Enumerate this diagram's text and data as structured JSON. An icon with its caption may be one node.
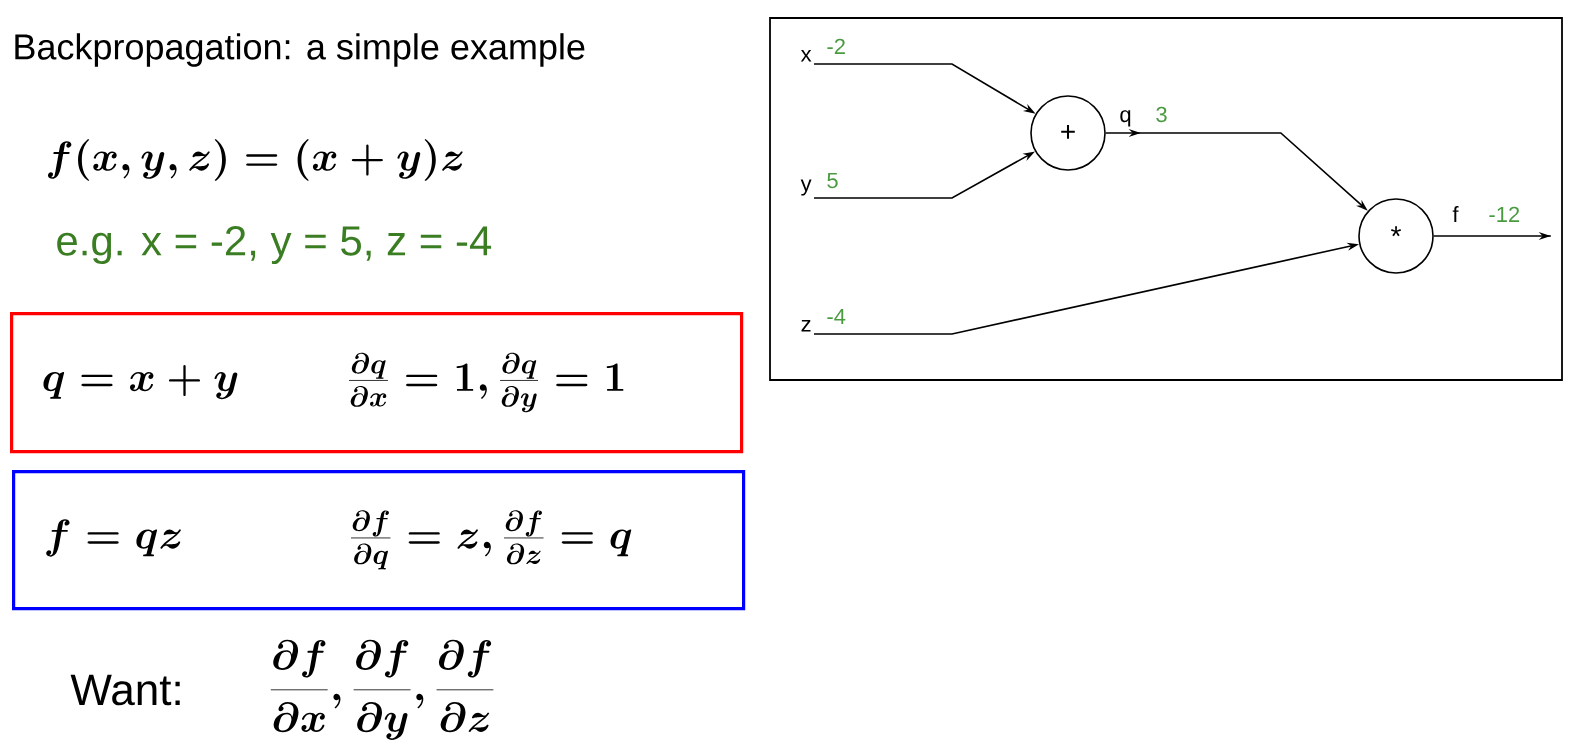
{
  "diagram": {
    "title": "Backpropagation: a simple example",
    "nodes": [
      {
        "text": [
          "q = x + y",
          "\\frac{\\partial q}{\\partial x} = 1, \\frac{\\partial q}{\\partial y} = 1"
        ]
      },
      {
        "text": [
          "f = qz",
          "\\frac{\\partial f}{\\partial q} = z, \\frac{\\partial f}{\\partial z} = q"
        ]
      },
      {
        "text": [
          "x"
        ],
        "beside": [
          "-2"
        ]
      },
      {
        "text": [
          "y"
        ],
        "beside": [
          "5"
        ]
      },
      {
        "text": [
          "z"
        ],
        "beside": [
          "-4"
        ]
      },
      {
        "text": [
          "+"
        ],
        "beside": [
          "q",
          "3"
        ]
      },
      {
        "text": [
          "*"
        ],
        "beside": [
          "f",
          "-12"
        ]
      }
    ],
    "edges": [
      {
        "from": 2,
        "to": 5,
        "arrow": "to"
      },
      {
        "from": 3,
        "to": 5,
        "arrow": "to"
      },
      {
        "from": 5,
        "to": 6,
        "arrow": "to"
      },
      {
        "from": 4,
        "to": 6,
        "arrow": "to"
      },
      {
        "from": 6,
        "to": null,
        "arrow": "to"
      }
    ],
    "labels": [
      "f(x, y, z) = (x + y)z",
      "e.g. x = -2, y = 5, z = -4",
      "Want:",
      "\\frac{\\partial f}{\\partial x}, \\frac{\\partial f}{\\partial y}, \\frac{\\partial f}{\\partial z}"
    ]
  }
}
